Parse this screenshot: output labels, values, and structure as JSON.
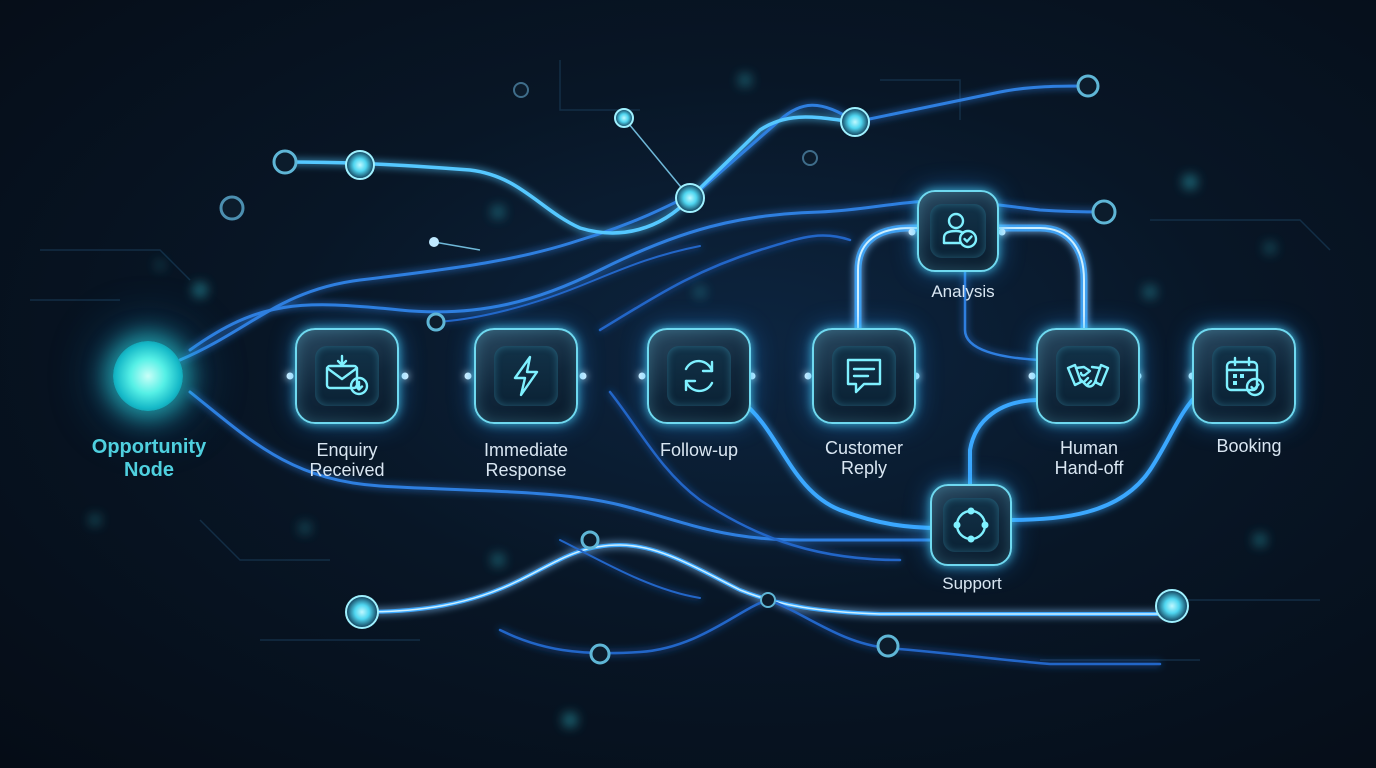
{
  "start_node": {
    "label_line1": "Opportunity",
    "label_line2": "Node"
  },
  "stages": [
    {
      "line1": "Enquiry",
      "line2": "Received",
      "icon": "envelope-download-icon"
    },
    {
      "line1": "Immediate",
      "line2": "Response",
      "icon": "lightning-bolt-icon"
    },
    {
      "line1": "Follow-up",
      "line2": "",
      "icon": "refresh-cycle-icon"
    },
    {
      "line1": "Customer",
      "line2": "Reply",
      "icon": "chat-bubble-icon"
    },
    {
      "line1": "Human",
      "line2": "Hand-off",
      "icon": "handshake-icon"
    },
    {
      "line1": "Booking",
      "line2": "",
      "icon": "calendar-check-icon"
    }
  ],
  "branches": [
    {
      "label": "Analysis",
      "icon": "user-check-icon"
    },
    {
      "label": "Support",
      "icon": "network-circle-icon"
    }
  ],
  "colors": {
    "accent": "#7ff0ff",
    "glow": "#3aa8ff",
    "node": "#56f0e6",
    "label": "#d9e6f2",
    "start_label": "#4fd0df"
  }
}
